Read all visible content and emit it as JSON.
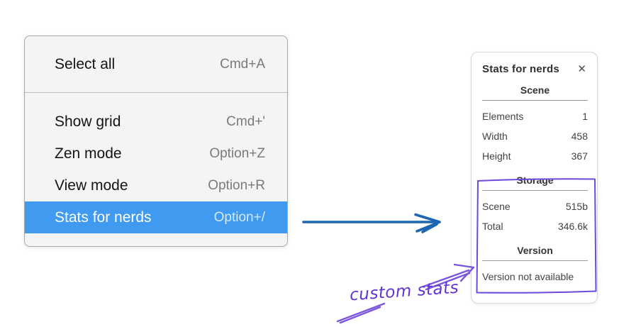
{
  "menu": {
    "sections": [
      {
        "items": [
          {
            "label": "Select all",
            "shortcut": "Cmd+A",
            "highlighted": false
          }
        ]
      },
      {
        "items": [
          {
            "label": "Show grid",
            "shortcut": "Cmd+'",
            "highlighted": false
          },
          {
            "label": "Zen mode",
            "shortcut": "Option+Z",
            "highlighted": false
          },
          {
            "label": "View mode",
            "shortcut": "Option+R",
            "highlighted": false
          },
          {
            "label": "Stats for nerds",
            "shortcut": "Option+/",
            "highlighted": true
          }
        ]
      }
    ]
  },
  "stats_panel": {
    "title": "Stats for nerds",
    "close_icon": "✕",
    "sections": [
      {
        "heading": "Scene",
        "rows": [
          {
            "label": "Elements",
            "value": "1"
          },
          {
            "label": "Width",
            "value": "458"
          },
          {
            "label": "Height",
            "value": "367"
          }
        ]
      },
      {
        "heading": "Storage",
        "rows": [
          {
            "label": "Scene",
            "value": "515b"
          },
          {
            "label": "Total",
            "value": "346.6k"
          }
        ]
      },
      {
        "heading": "Version",
        "note": "Version not available"
      }
    ]
  },
  "annotation": {
    "label": "custom stats"
  },
  "colors": {
    "menu_highlight": "#3f9af0",
    "menu_background": "#f3f4f5",
    "arrow_blue": "#1d66b2",
    "annotation_purple": "#7a55dc",
    "annotation_text_purple": "#6233d4"
  }
}
